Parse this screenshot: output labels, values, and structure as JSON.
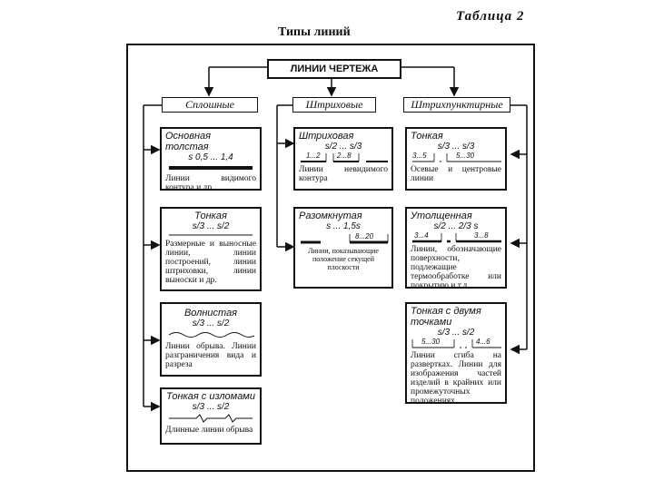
{
  "table_label": "Таблица 2",
  "title": "Типы линий",
  "root": "ЛИНИИ ЧЕРТЕЖА",
  "categories": {
    "solid": "Сплошные",
    "dashed": "Штриховые",
    "dashdot": "Штрихпунктирные"
  },
  "cards": {
    "main_thick": {
      "title": "Основная толстая",
      "formula": "s 0,5 ... 1,4",
      "description": "Линии видимого контура и др."
    },
    "thin": {
      "title": "Тонкая",
      "formula": "s/3 ... s/2",
      "description": "Размерные и выносные линии, линии построений, линии штриховки, линии выноски и др."
    },
    "wavy": {
      "title": "Волнистая",
      "formula": "s/3 ... s/2",
      "description": "Линии обрыва. Линии разграничения вида и разреза"
    },
    "zigzag": {
      "title": "Тонкая с изломами",
      "formula": "s/3 ... s/2",
      "description": "Длинные линии обрыва"
    },
    "dashed": {
      "title": "Штриховая",
      "formula": "s/2 ... s/3",
      "sample_a": "1...2",
      "sample_b": "2...8",
      "description": "Линии невидимого контура"
    },
    "open": {
      "title": "Разомкнутая",
      "formula": "s ... 1,5s",
      "sample_a": "8...20",
      "description": "Линии, показывающие положение секущей плоскости"
    },
    "thin_dashdot": {
      "title": "Тонкая",
      "formula": "s/3 ... s/3",
      "sample_a": "3...5",
      "sample_b": "5...30",
      "description": "Осевые и центровые линии"
    },
    "thick_dashdot": {
      "title": "Утолщенная",
      "formula": "s/2 ... 2/3 s",
      "sample_a": "3...4",
      "sample_b": "3...8",
      "description": "Линии, обозначающие поверхности, подлежащие термообработке или покрытию и т.д."
    },
    "two_dots": {
      "title": "Тонкая с двумя точками",
      "formula": "s/3 ... s/2",
      "sample_a": "5...30",
      "sample_b": "4...6",
      "description": "Линии сгиба на развертках. Линии для изображения частей изделий в крайних или промежуточных положениях"
    }
  }
}
